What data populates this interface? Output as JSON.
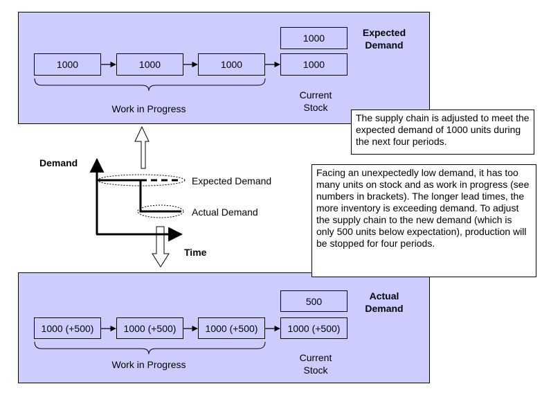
{
  "top": {
    "wip_values": [
      "1000",
      "1000",
      "1000"
    ],
    "stock_value": "1000",
    "demand_value": "1000",
    "wip_label": "Work in Progress",
    "stock_label": "Current Stock",
    "title": "Expected Demand"
  },
  "bottom": {
    "wip_values": [
      "1000 (+500)",
      "1000 (+500)",
      "1000 (+500)"
    ],
    "stock_value": "1000 (+500)",
    "demand_value": "500",
    "wip_label": "Work in Progress",
    "stock_label": "Current Stock",
    "title": "Actual Demand"
  },
  "graph": {
    "y_label": "Demand",
    "x_label": "Time",
    "expected_label": "Expected Demand",
    "actual_label": "Actual Demand"
  },
  "notes": {
    "top": "The supply chain is adjusted to meet the expected demand of 1000 units during the next four periods.",
    "bottom": "Facing an unexpectedly low demand, it has too many units on stock and as work in progress (see numbers in brackets). The longer lead times, the more inventory is exceeding demand. To adjust the supply chain to the new demand (which is only 500 units below expectation), production will be stopped for four periods."
  },
  "colors": {
    "panel": "#ccccff",
    "line": "#000000"
  }
}
